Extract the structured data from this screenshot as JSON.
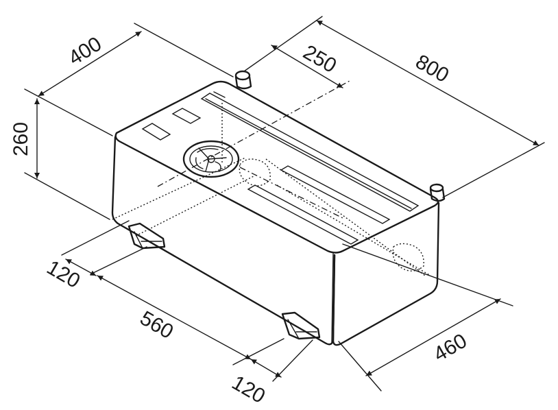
{
  "dimensions": {
    "width_top": "400",
    "inlet_offset": "250",
    "length": "800",
    "height": "260",
    "foot_left": "120",
    "foot_spacing": "560",
    "foot_right": "120",
    "depth": "460"
  }
}
